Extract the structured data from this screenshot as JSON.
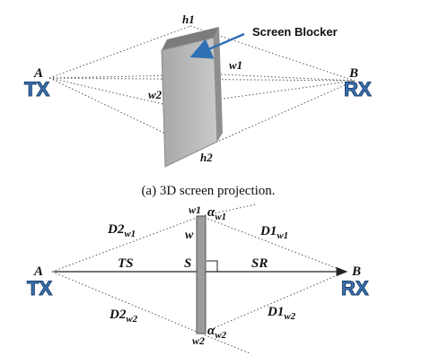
{
  "top": {
    "callout": "Screen Blocker",
    "label_h1": "h1",
    "label_h2": "h2",
    "label_w1": "w1",
    "label_w2": "w2",
    "label_a": "A",
    "label_b": "B",
    "tx": "TX",
    "rx": "RX",
    "caption": "(a) 3D screen projection."
  },
  "bottom": {
    "label_a": "A",
    "label_b": "B",
    "tx": "TX",
    "rx": "RX",
    "ts": "TS",
    "sr": "SR",
    "s": "S",
    "w": "w",
    "w1": "w1",
    "w2": "w2",
    "d2_base": "D2",
    "d2_sub_top": "w1",
    "d2_sub_bottom": "w2",
    "d1_base": "D1",
    "d1_sub_top": "w1",
    "d1_sub_bottom": "w2",
    "alpha": "α",
    "alpha_sub_top": "w1",
    "alpha_sub_bottom": "w2"
  },
  "colors": {
    "node_fill": "#3d73b3",
    "arrow": "#2e6fb5",
    "screen_front": "#b9b9b9",
    "screen_side": "#8e8e8e"
  }
}
